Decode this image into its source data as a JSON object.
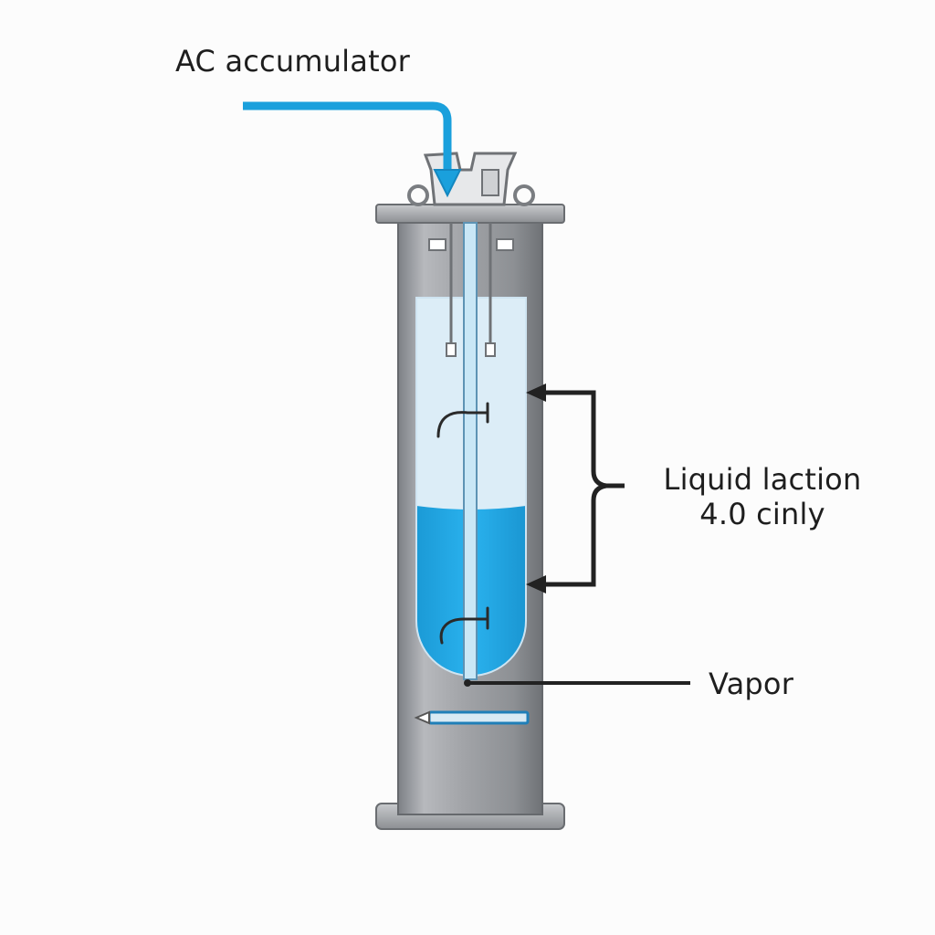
{
  "labels": {
    "title": "AC accumulator",
    "liquid_line1": "Liquid laction",
    "liquid_line2": "4.0 cinly",
    "vapor": "Vapor"
  },
  "colors": {
    "canister": "#9a9ca0",
    "canister_light": "#c4c6c9",
    "canister_dark": "#74777b",
    "vapor_space": "#dcedf7",
    "liquid": "#1fa8e6",
    "inlet_pipe": "#1aa0dc",
    "leader_line": "#222222"
  },
  "liquid_fill_fraction": 0.45
}
